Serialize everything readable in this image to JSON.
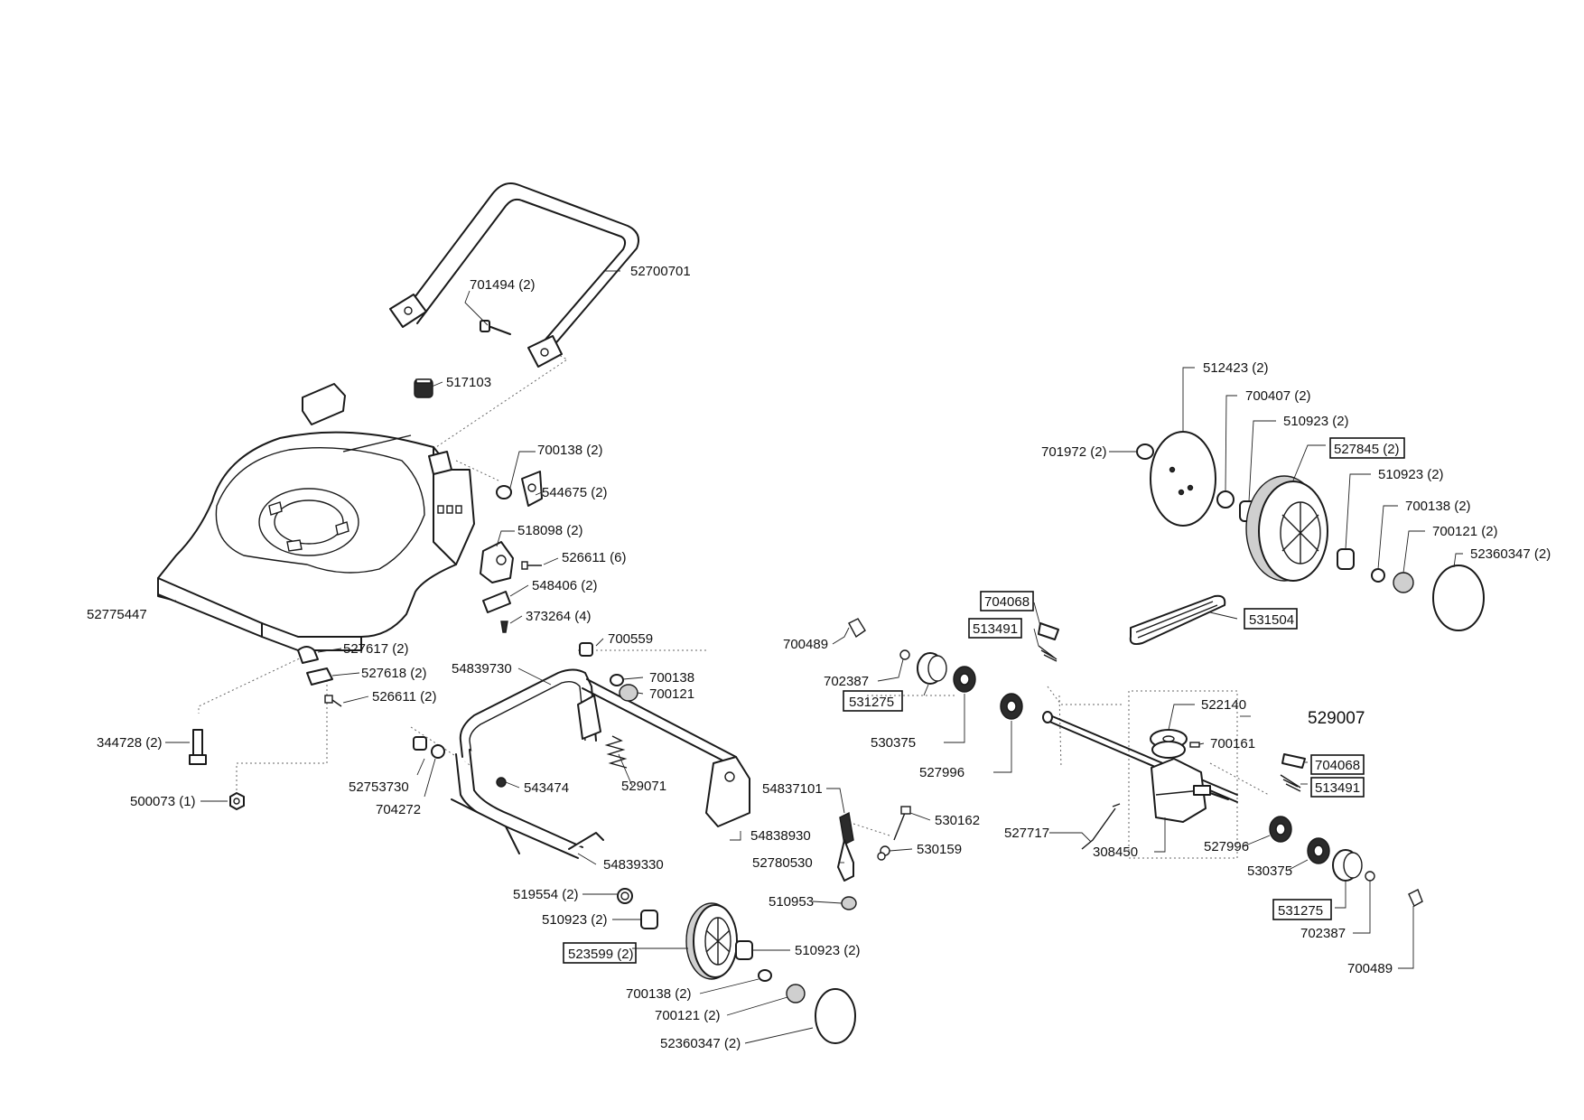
{
  "diagram": {
    "labels": {
      "p52700701": "52700701",
      "p701494": "701494 (2)",
      "p517103": "517103",
      "p700138a": "700138 (2)",
      "p544675": "544675 (2)",
      "p518098": "518098 (2)",
      "p526611a": "526611 (6)",
      "p548406": "548406 (2)",
      "p373264": "373264 (4)",
      "p52775447": "52775447",
      "p527617": "527617 (2)",
      "p527618": "527618 (2)",
      "p526611b": "526611 (2)",
      "p344728": "344728 (2)",
      "p500073": "500073 (1)",
      "p52753730": "52753730",
      "p704272": "704272",
      "p54839730": "54839730",
      "p700559": "700559",
      "p700138b": "700138",
      "p700121b": "700121",
      "p543474": "543474",
      "p529071": "529071",
      "p54837101": "54837101",
      "p54838930": "54838930",
      "p54839330": "54839330",
      "p519554": "519554 (2)",
      "p510923a": "510923 (2)",
      "p523599": "523599 (2)",
      "p510923b": "510923 (2)",
      "p700138c": "700138 (2)",
      "p700121c": "700121 (2)",
      "p52360347a": "52360347 (2)",
      "p530162": "530162",
      "p530159": "530159",
      "p52780530": "52780530",
      "p510953": "510953",
      "p700489a": "700489",
      "p702387a": "702387",
      "p531275a": "531275",
      "p530375a": "530375",
      "p527996a": "527996",
      "p704068a": "704068",
      "p513491a": "513491",
      "p512423": "512423 (2)",
      "p700407": "700407 (2)",
      "p510923c": "510923 (2)",
      "p527845": "527845 (2)",
      "p510923d": "510923 (2)",
      "p701972": "701972 (2)",
      "p700138d": "700138 (2)",
      "p700121d": "700121 (2)",
      "p52360347b": "52360347 (2)",
      "p531504": "531504",
      "p522140": "522140",
      "p529007": "529007",
      "p700161": "700161",
      "p704068b": "704068",
      "p513491b": "513491",
      "p527717": "527717",
      "p308450": "308450",
      "p527996b": "527996",
      "p530375b": "530375",
      "p531275b": "531275",
      "p702387b": "702387",
      "p700489b": "700489"
    }
  }
}
